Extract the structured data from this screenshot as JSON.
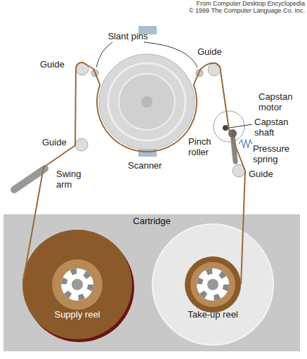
{
  "diagram": {
    "nodes": [
      {
        "text": [
          "Cartridge"
        ]
      },
      {
        "text": [
          "Supply reel"
        ],
        "in": 0
      },
      {
        "text": [
          "Take-up reel"
        ],
        "in": 0
      }
    ],
    "edges": [
      {
        "from": 1,
        "to": 2,
        "arrow": "none"
      }
    ],
    "labels": [
      "From Computer Desktop Encyclopedia",
      "© 1999 The Computer Language Co. Inc.",
      "Slant pins",
      "Guide",
      "Guide",
      "Capstan motor",
      "Capstan shaft",
      "Pinch roller",
      "Pressure spring",
      "Guide",
      "Swing arm",
      "Scanner",
      "Guide"
    ]
  }
}
